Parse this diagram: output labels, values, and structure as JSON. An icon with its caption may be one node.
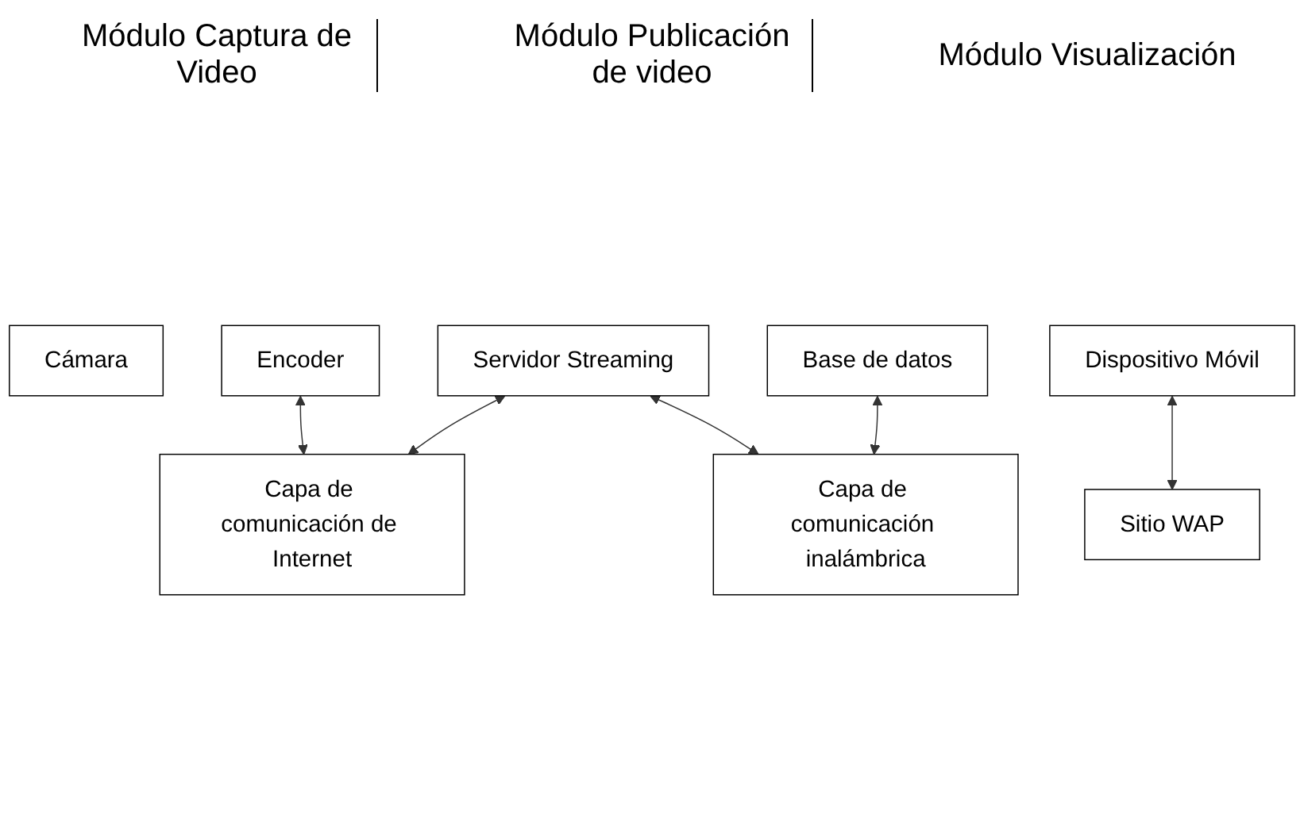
{
  "diagram": {
    "nodes": [
      {
        "text": [
          "Cámara"
        ]
      },
      {
        "text": [
          "Encoder"
        ]
      },
      {
        "text": [
          "Servidor Streaming"
        ]
      },
      {
        "text": [
          "Dispositivo Móvil"
        ]
      },
      {
        "text": [
          "Sitio WAP"
        ]
      },
      {
        "text": [
          "Base de datos"
        ]
      },
      {
        "text": [
          "Capa de comunicación de Internet"
        ]
      },
      {
        "text": [
          "Capa de comunicación inalámbrica"
        ]
      }
    ],
    "edges": [
      {
        "from": 1,
        "to": 6,
        "arrow": "both"
      },
      {
        "from": 2,
        "to": 6,
        "arrow": "both"
      },
      {
        "from": 2,
        "to": 7,
        "arrow": "both"
      },
      {
        "from": 3,
        "to": 4,
        "arrow": "both"
      },
      {
        "from": 5,
        "to": 7,
        "arrow": "both"
      }
    ],
    "labels": [
      "Módulo Captura de Video",
      "Módulo Publicación de video",
      "Módulo Visualización"
    ]
  }
}
